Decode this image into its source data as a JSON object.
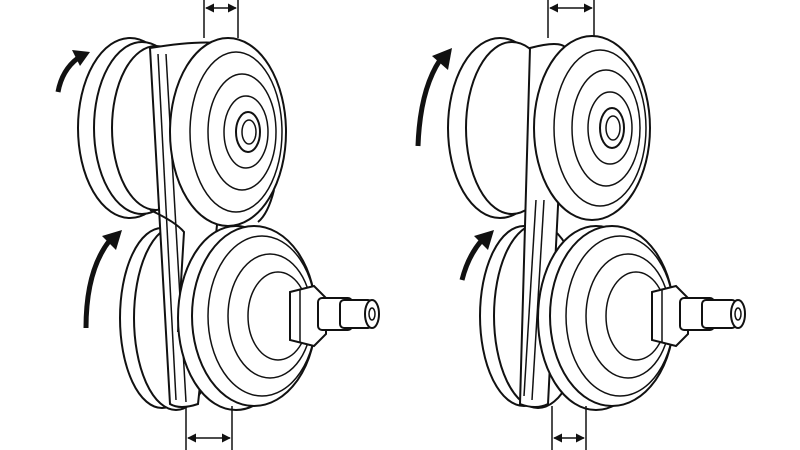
{
  "figure": {
    "panels": [
      {
        "id": "left",
        "variant": "wide-top-gap"
      },
      {
        "id": "right",
        "variant": "narrow-top-gap"
      }
    ],
    "colors": {
      "ink": "#111111",
      "paper": "#ffffff",
      "shade": "#efefef"
    },
    "icons": [
      "rotation-arrow-icon",
      "dimension-arrow-icon"
    ]
  }
}
